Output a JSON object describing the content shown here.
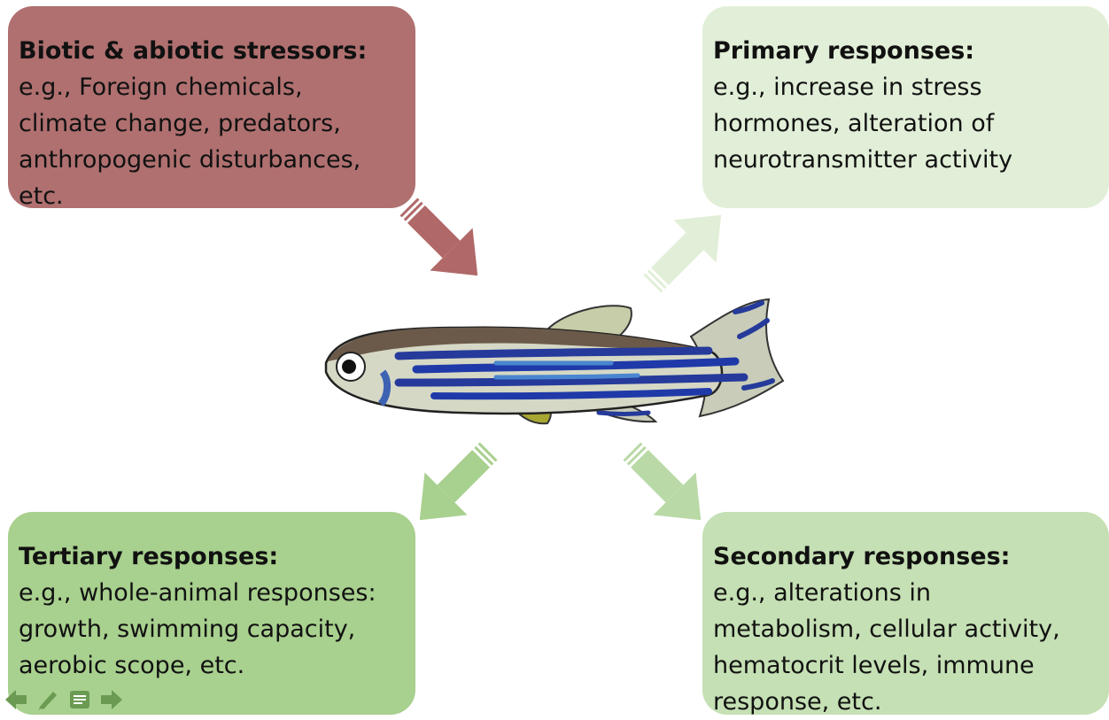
{
  "boxes": {
    "stressors": {
      "title": "Biotic & abiotic stressors:",
      "lines": [
        "e.g., Foreign chemicals,",
        "climate change, predators,",
        "anthropogenic disturbances,",
        "etc."
      ],
      "color": "#b07070"
    },
    "primary": {
      "title": "Primary responses:",
      "lines": [
        "e.g., increase in stress",
        "hormones, alteration of",
        "neurotransmitter activity"
      ],
      "color": "#e2efd8"
    },
    "tertiary": {
      "title": "Tertiary responses:",
      "lines": [
        "e.g., whole-animal responses:",
        "growth, swimming capacity,",
        "aerobic scope, etc."
      ],
      "color": "#a8d08e"
    },
    "secondary": {
      "title": "Secondary responses:",
      "lines": [
        "e.g., alterations in",
        "metabolism, cellular activity,",
        "hematocrit levels, immune",
        "response, etc."
      ],
      "color": "#c5e0b4"
    }
  },
  "arrows": {
    "stressor_arrow": "#b06868",
    "primary_arrow": "#e2efd8",
    "tertiary_arrow": "#a8d08e",
    "secondary_arrow": "#b9d9a6"
  },
  "toolbar": {
    "icons": [
      "arrow-left-icon",
      "pencil-icon",
      "notes-icon",
      "arrow-right-icon"
    ],
    "color": "#6b9a52"
  },
  "fish": {
    "icon": "zebrafish-icon"
  }
}
